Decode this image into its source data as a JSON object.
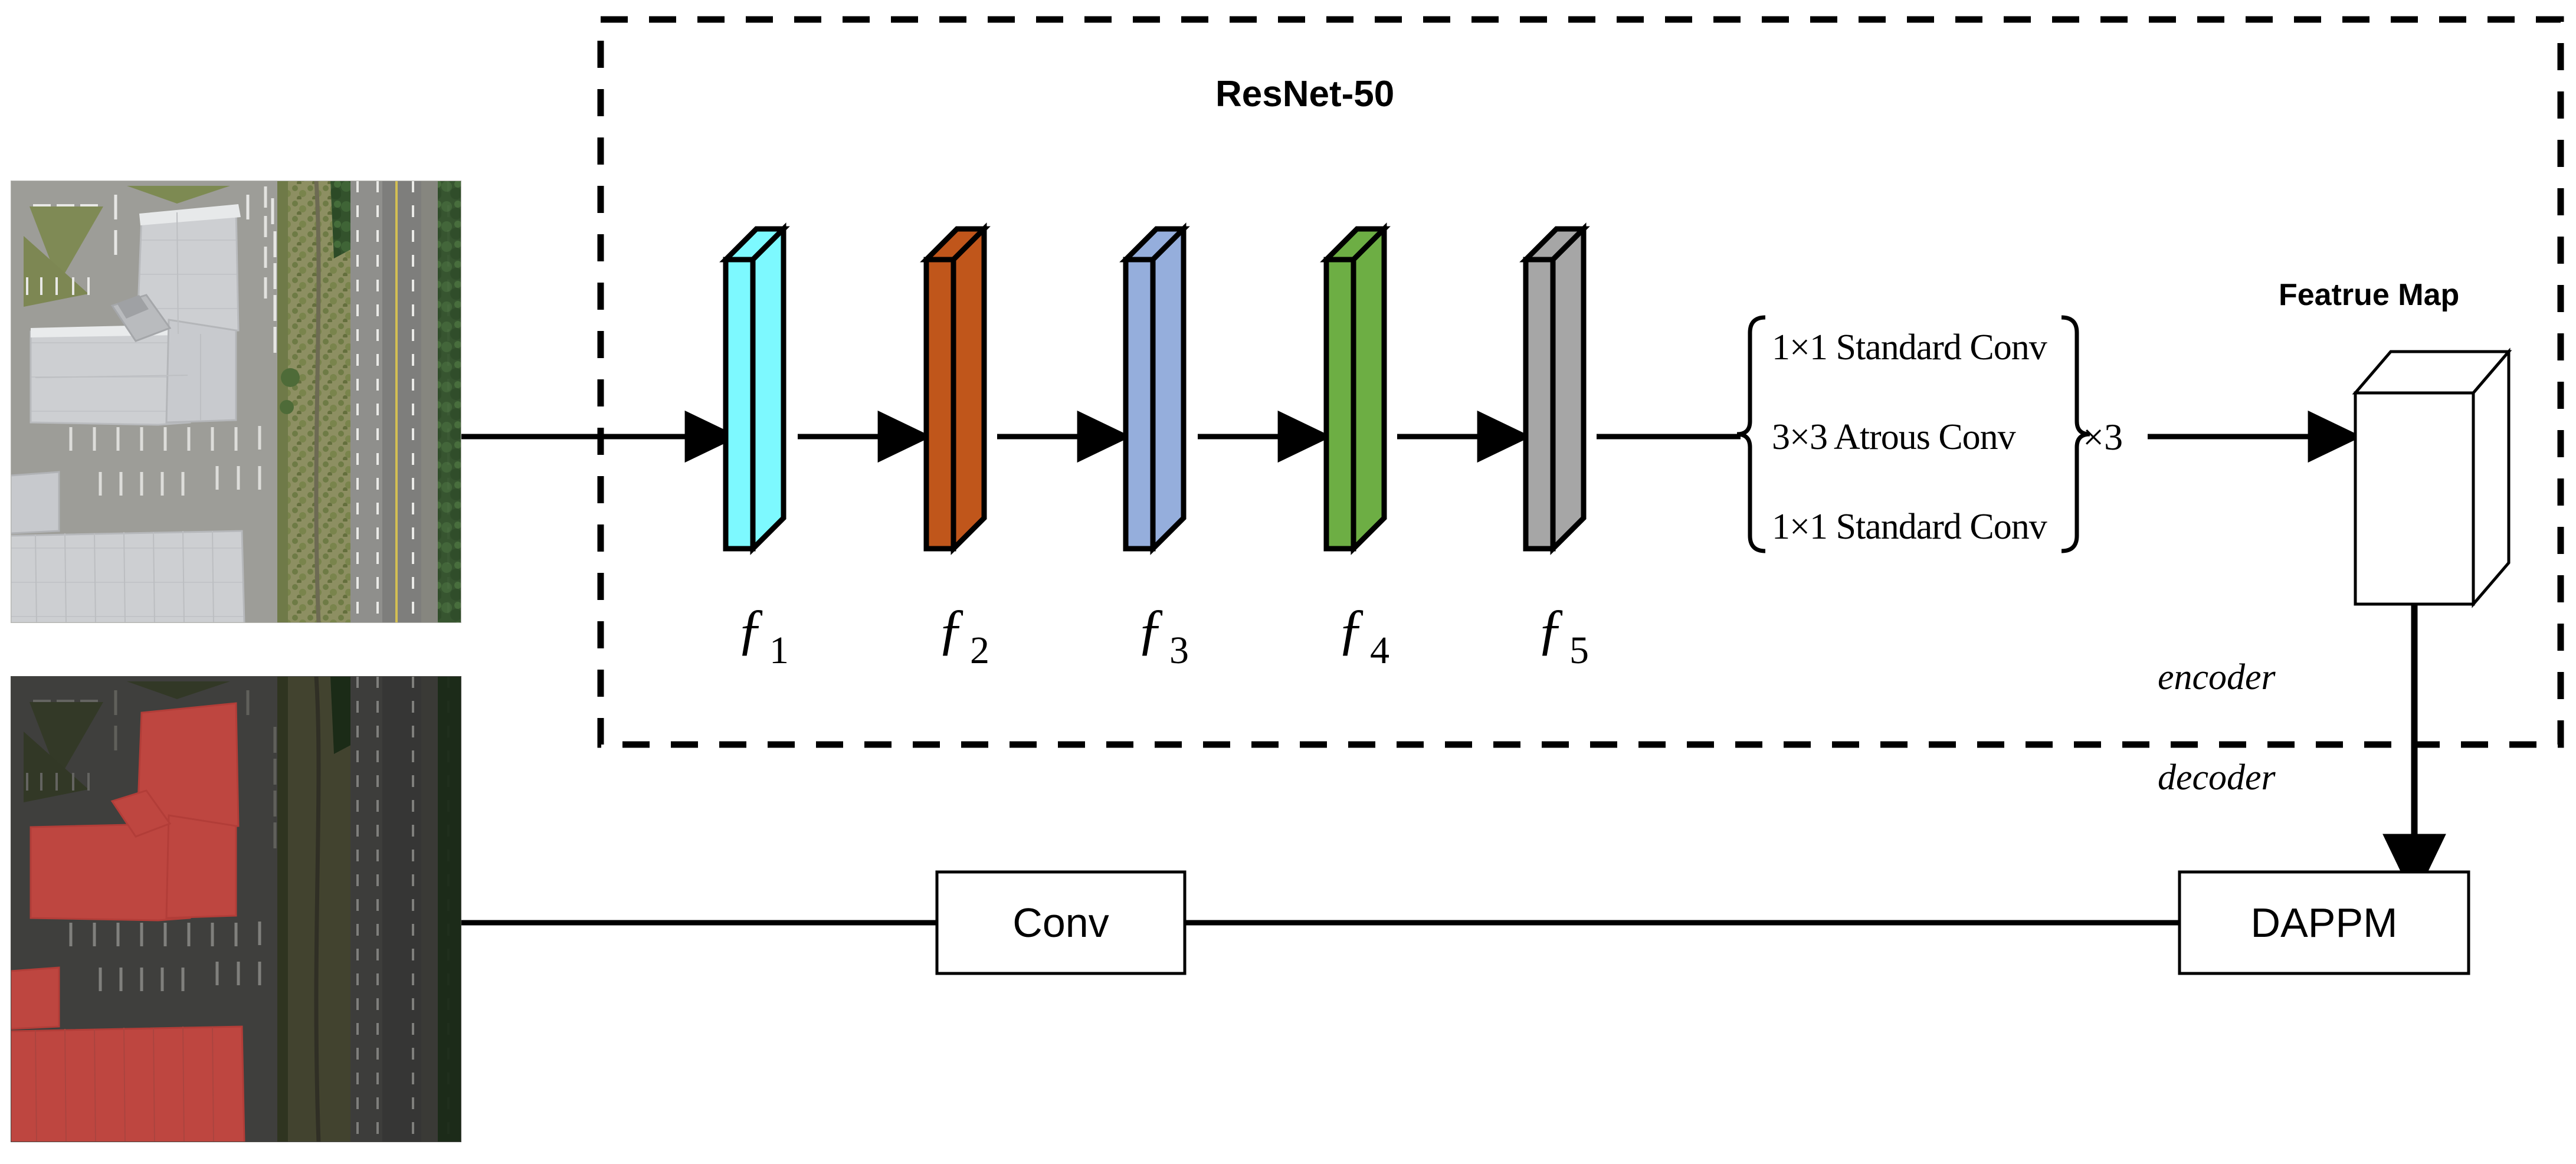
{
  "diagram": {
    "title": "ResNet-50",
    "encoder_box_label": "ResNet-50",
    "feature_map_label": "Featrue Map",
    "encoder_label": "encoder",
    "decoder_label": "decoder",
    "conv_box_label": "Conv",
    "dappm_box_label": "DAPPM",
    "aspp": {
      "lines": [
        "1×1 Standard Conv",
        "3×3 Atrous   Conv",
        "1×1 Standard Conv"
      ],
      "multiplier": "×3"
    },
    "stage_labels": [
      "ƒ",
      "ƒ",
      "ƒ",
      "ƒ",
      "ƒ"
    ],
    "stage_subscripts": [
      "1",
      "2",
      "3",
      "4",
      "5"
    ],
    "blocks": [
      {
        "name": "f1",
        "color": "#7DF9FF",
        "side_color": "#7DF9FF",
        "top_color": "#7DF9FF"
      },
      {
        "name": "f2",
        "color": "#C0561B",
        "side_color": "#C0561B",
        "top_color": "#C0561B"
      },
      {
        "name": "f3",
        "color": "#95AEDC",
        "side_color": "#95AEDC",
        "top_color": "#95AEDC"
      },
      {
        "name": "f4",
        "color": "#6DAE44",
        "side_color": "#6DAE44",
        "top_color": "#6DAE44"
      },
      {
        "name": "f5",
        "color": "#A6A6A6",
        "side_color": "#A6A6A6",
        "top_color": "#A6A6A6"
      }
    ],
    "images": {
      "input_alt": "aerial-orthophoto-buildings-parking-highway",
      "label_alt": "aerial-orthophoto-with-red-building-segmentation-mask",
      "mask_color": "#E8564F"
    },
    "colors": {
      "stroke": "#000000",
      "background": "#FFFFFF"
    }
  }
}
